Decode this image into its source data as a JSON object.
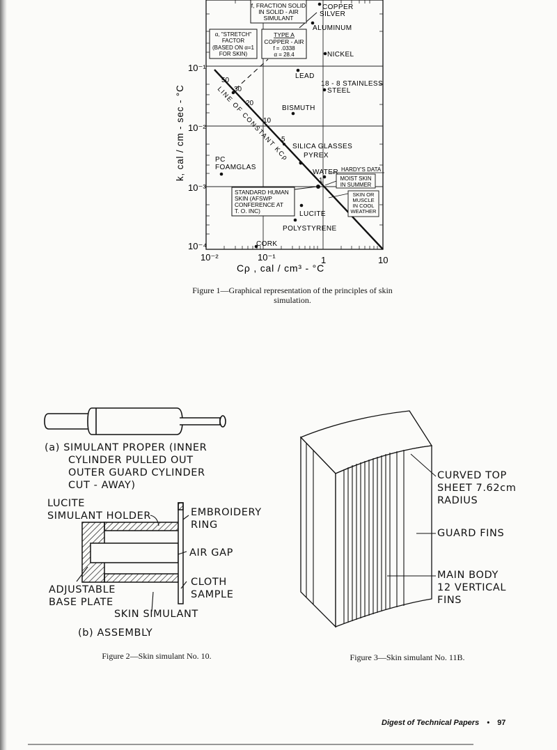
{
  "figure1": {
    "ylabel": "k, cal / cm - sec - °C",
    "xlabel": "Cρ , cal / cm³ - °C",
    "y_ticks": [
      "10⁻¹",
      "10⁻²",
      "10⁻³",
      "10⁻⁴"
    ],
    "x_ticks": [
      "10⁻²",
      "10⁻¹",
      "1",
      "10"
    ],
    "box_f_lines": [
      "f, FRACTION SOLID",
      "IN SOLID - AIR",
      "SIMULANT"
    ],
    "box_stretch_lines": [
      "α, \"STRETCH\"",
      "FACTOR",
      "(BASED ON α=1",
      "FOR SKIN)"
    ],
    "box_type_a_lines": [
      "TYPE A",
      "COPPER - AIR",
      "f = .0338",
      "α = 28.4"
    ],
    "box_human_skin_lines": [
      "STANDARD HUMAN",
      "SKIN (AFSWP",
      "CONFERENCE AT",
      "T. O. INC)"
    ],
    "box_moist_lines": [
      "MOIST SKIN",
      "IN SUMMER"
    ],
    "box_muscle_lines": [
      "SKIN OR",
      "MUSCLE",
      "IN COOL",
      "WEATHER"
    ],
    "hardys_data": "HARDY'S DATA",
    "diag_label": "LINE OF CONSTANT KCρ",
    "alpha_marks": [
      "50",
      "30",
      "20",
      "10",
      "5",
      "1"
    ],
    "materials": {
      "copper": "COPPER",
      "silver": "SILVER",
      "aluminum": "ALUMINUM",
      "nickel": "NICKEL",
      "lead": "LEAD",
      "stainless_1": "18 - 8 STAINLESS",
      "stainless_2": "STEEL",
      "bismuth": "BISMUTH",
      "silica": "SILICA GLASSES",
      "pyrex": "PYREX",
      "water": "WATER",
      "pc_1": "PC",
      "pc_2": "FOAMGLAS",
      "lucite": "LUCITE",
      "polystyrene": "POLYSTYRENE",
      "cork": "CORK"
    },
    "caption_line1": "Figure 1—Graphical representation of the principles of skin",
    "caption_line2": "simulation."
  },
  "figure2": {
    "a_label_lines": [
      "(a) SIMULANT PROPER (INNER",
      "CYLINDER PULLED OUT",
      "OUTER GUARD CYLINDER",
      "CUT - AWAY)"
    ],
    "lucite_lines": [
      "LUCITE",
      "SIMULANT HOLDER"
    ],
    "embroidery_lines": [
      "EMBROIDERY",
      "RING"
    ],
    "air_gap": "AIR GAP",
    "cloth_lines": [
      "CLOTH",
      "SAMPLE"
    ],
    "base_plate_lines": [
      "ADJUSTABLE",
      "BASE PLATE"
    ],
    "skin_simulant": "SKIN SIMULANT",
    "b_label": "(b) ASSEMBLY",
    "caption": "Figure 2—Skin simulant No. 10."
  },
  "figure3": {
    "curved_lines": [
      "CURVED TOP",
      "SHEET 7.62cm",
      "RADIUS"
    ],
    "guard_fins": "GUARD FINS",
    "main_body_lines": [
      "MAIN BODY",
      "12 VERTICAL",
      "FINS"
    ],
    "caption": "Figure 3—Skin simulant No. 11B."
  },
  "footer": {
    "journal": "Digest of Technical Papers",
    "bullet": "•",
    "page_number": "97"
  }
}
